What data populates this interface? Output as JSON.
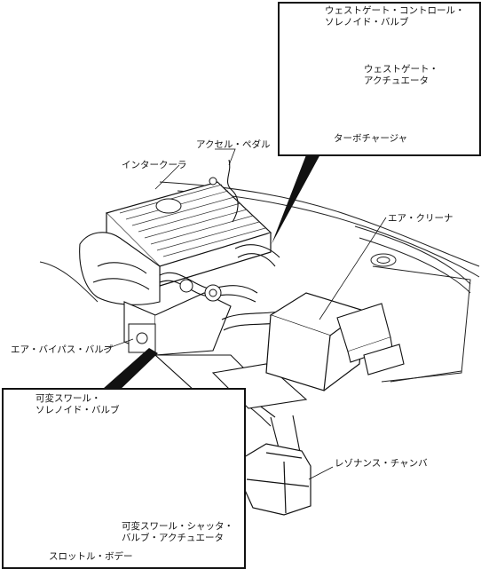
{
  "labels": {
    "wastegate_solenoid_1": "ウェストゲート・コントロール・",
    "wastegate_solenoid_2": "ソレノイド・バルブ",
    "wastegate_actuator_1": "ウェストゲート・",
    "wastegate_actuator_2": "アクチュエータ",
    "turbocharger": "ターボチャージャ",
    "accel_pedal": "アクセル・ペダル",
    "intercooler": "インタークーラ",
    "air_cleaner": "エア・クリーナ",
    "air_bypass_valve": "エア・バイパス・バルブ",
    "swirl_solenoid_1": "可変スワール・",
    "swirl_solenoid_2": "ソレノイド・バルブ",
    "resonance_chamber": "レゾナンス・チャンバ",
    "swirl_actuator_1": "可変スワール・シャッタ・",
    "swirl_actuator_2": "バルブ・アクチュエータ",
    "throttle_body": "スロットル・ボデー"
  }
}
